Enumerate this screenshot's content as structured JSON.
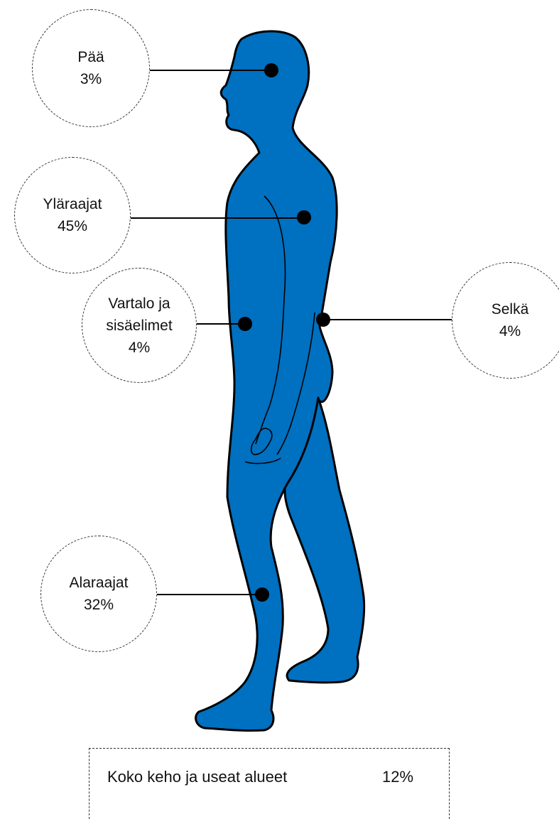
{
  "colors": {
    "body": "#0070C0",
    "outline": "#000000",
    "dot": "#000000"
  },
  "regions": {
    "head": {
      "name": "Pää",
      "value": "3%"
    },
    "upper": {
      "name": "Yläraajat",
      "value": "45%"
    },
    "torso": {
      "line1": "Vartalo ja",
      "line2": "sisäelimet",
      "value": "4%"
    },
    "back": {
      "name": "Selkä",
      "value": "4%"
    },
    "lower": {
      "name": "Alaraajat",
      "value": "32%"
    }
  },
  "total": {
    "label": "Koko keho ja useat alueet",
    "value": "12%"
  }
}
